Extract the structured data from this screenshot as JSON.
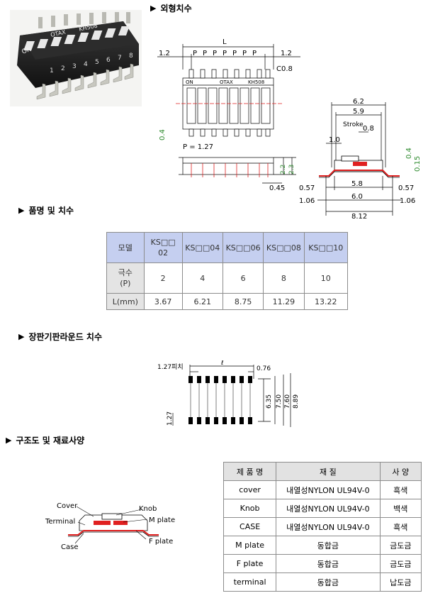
{
  "sections": {
    "dimensions": "외형치수",
    "part_sizes": "품명 및 치수",
    "pcb_land": "장판기판라운드 치수",
    "structure": "구조도 및 재료사양"
  },
  "photo": {
    "brand": "OTAX",
    "model": "KH508",
    "on_label": "ON",
    "numbers": [
      "1",
      "2",
      "3",
      "4",
      "5",
      "6",
      "7",
      "8"
    ]
  },
  "top_drawing": {
    "L": "L",
    "edge": "1.2",
    "pitch": "P",
    "chamfer": "C0.8",
    "on": "ON",
    "brand": "OTAX",
    "model": "KH508",
    "pitch_note": "P = 1.27",
    "d04": "0.4",
    "d22": "2.2",
    "d23": "2.3",
    "d045": "0.45"
  },
  "side_drawing": {
    "d62": "6.2",
    "d59": "5.9",
    "stroke": "Stroke",
    "d10": "1.0",
    "d08": "0.8",
    "d04": "0.4",
    "d015": "0.15",
    "d057": "0.57",
    "d58": "5.8",
    "d106": "1.06",
    "d60": "6.0",
    "d812": "8.12"
  },
  "parts_table": {
    "headers": [
      "모델",
      "KS□□\n02",
      "KS□□04",
      "KS□□06",
      "KS□□08",
      "KS□□10"
    ],
    "row_poles": [
      "극수\n(P)",
      "2",
      "4",
      "6",
      "8",
      "10"
    ],
    "row_length": [
      "L(mm)",
      "3.67",
      "6.21",
      "8.75",
      "11.29",
      "13.22"
    ]
  },
  "pcb": {
    "pitch": "1.27피치",
    "l": "ℓ",
    "d076": "0.76",
    "d127": "1.27",
    "d635": "6.35",
    "d750": "7.50",
    "d760": "7.60",
    "d889": "8.89"
  },
  "structure_labels": {
    "cover": "Cover",
    "knob": "Knob",
    "terminal": "Terminal",
    "mplate": "M plate",
    "case": "Case",
    "fplate": "F plate"
  },
  "materials_table": {
    "headers": [
      "제 품 명",
      "재 질",
      "사 양"
    ],
    "rows": [
      [
        "cover",
        "내열성NYLON UL94V-0",
        "흑색"
      ],
      [
        "Knob",
        "내열성NYLON UL94V-0",
        "백색"
      ],
      [
        "CASE",
        "내열성NYLON UL94V-0",
        "흑색"
      ],
      [
        "M plate",
        "동합금",
        "금도금"
      ],
      [
        "F plate",
        "동합금",
        "금도금"
      ],
      [
        "terminal",
        "동합금",
        "납도금"
      ]
    ]
  },
  "colors": {
    "header_blue": "#c5cff0",
    "label_gray": "#e4e4e4",
    "dim_green": "#2e8b2e",
    "center_red": "#e02020"
  }
}
